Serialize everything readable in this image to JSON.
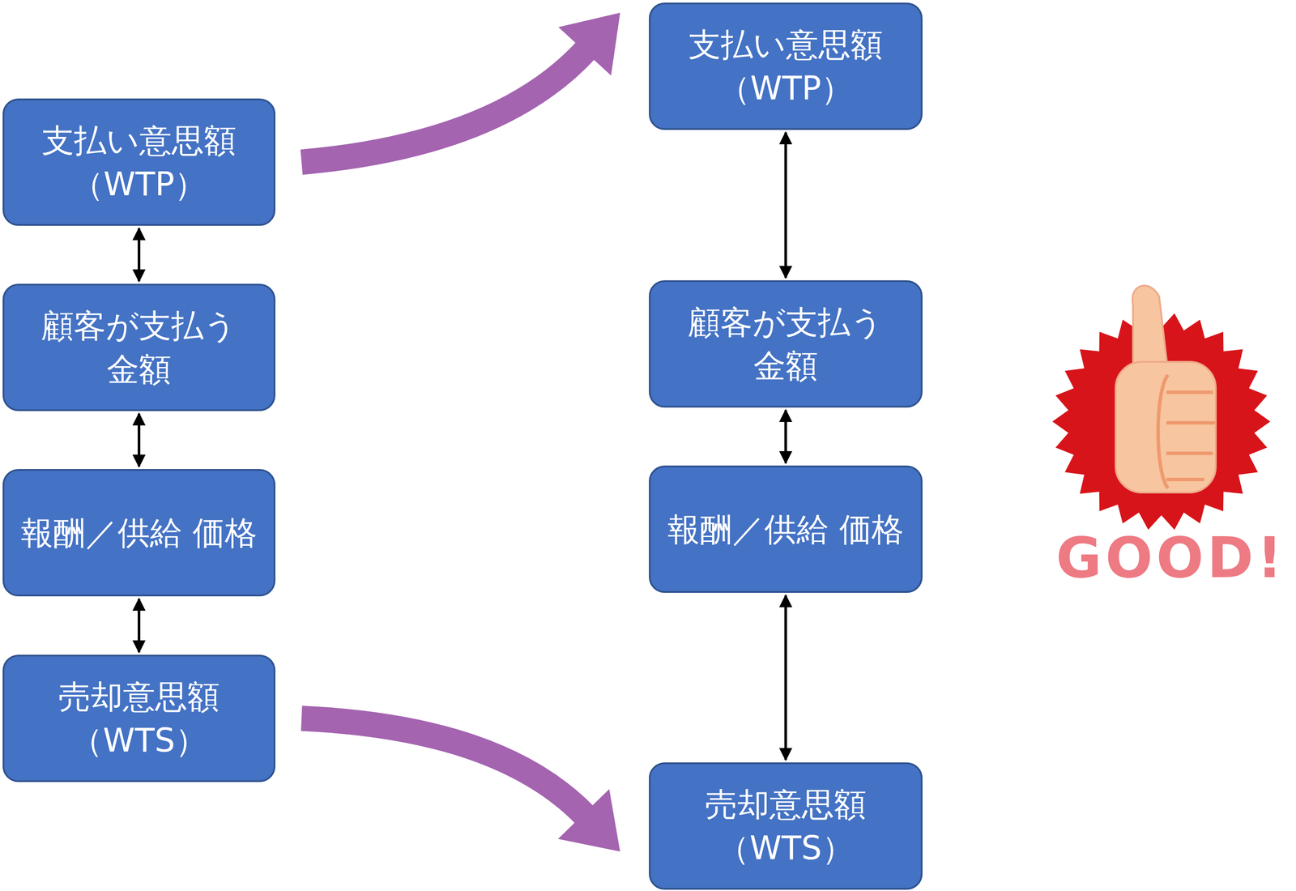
{
  "diagram": {
    "nodes": [
      {
        "text": [
          "支払い意思額 （WTP）"
        ]
      },
      {
        "text": [
          "顧客が支払う 金額"
        ]
      },
      {
        "text": [
          "報酬／供給 価格"
        ]
      },
      {
        "text": [
          "売却意思額 （WTS）"
        ]
      },
      {
        "text": [
          "支払い意思額 （WTP）"
        ]
      },
      {
        "text": [
          "顧客が支払う 金額"
        ]
      },
      {
        "text": [
          "報酬／供給 価格"
        ]
      },
      {
        "text": [
          "売却意思額 （WTS）"
        ]
      }
    ],
    "edges": [
      {
        "from": 0,
        "to": 1,
        "arrow": "both"
      },
      {
        "from": 1,
        "to": 2,
        "arrow": "both"
      },
      {
        "from": 2,
        "to": 3,
        "arrow": "both"
      },
      {
        "from": 4,
        "to": 5,
        "arrow": "both"
      },
      {
        "from": 5,
        "to": 6,
        "arrow": "both"
      },
      {
        "from": 6,
        "to": 7,
        "arrow": "both"
      },
      {
        "from": 0,
        "to": 4,
        "arrow": "to"
      },
      {
        "from": 3,
        "to": 7,
        "arrow": "to"
      }
    ],
    "labels": [
      "GOOD!"
    ]
  }
}
